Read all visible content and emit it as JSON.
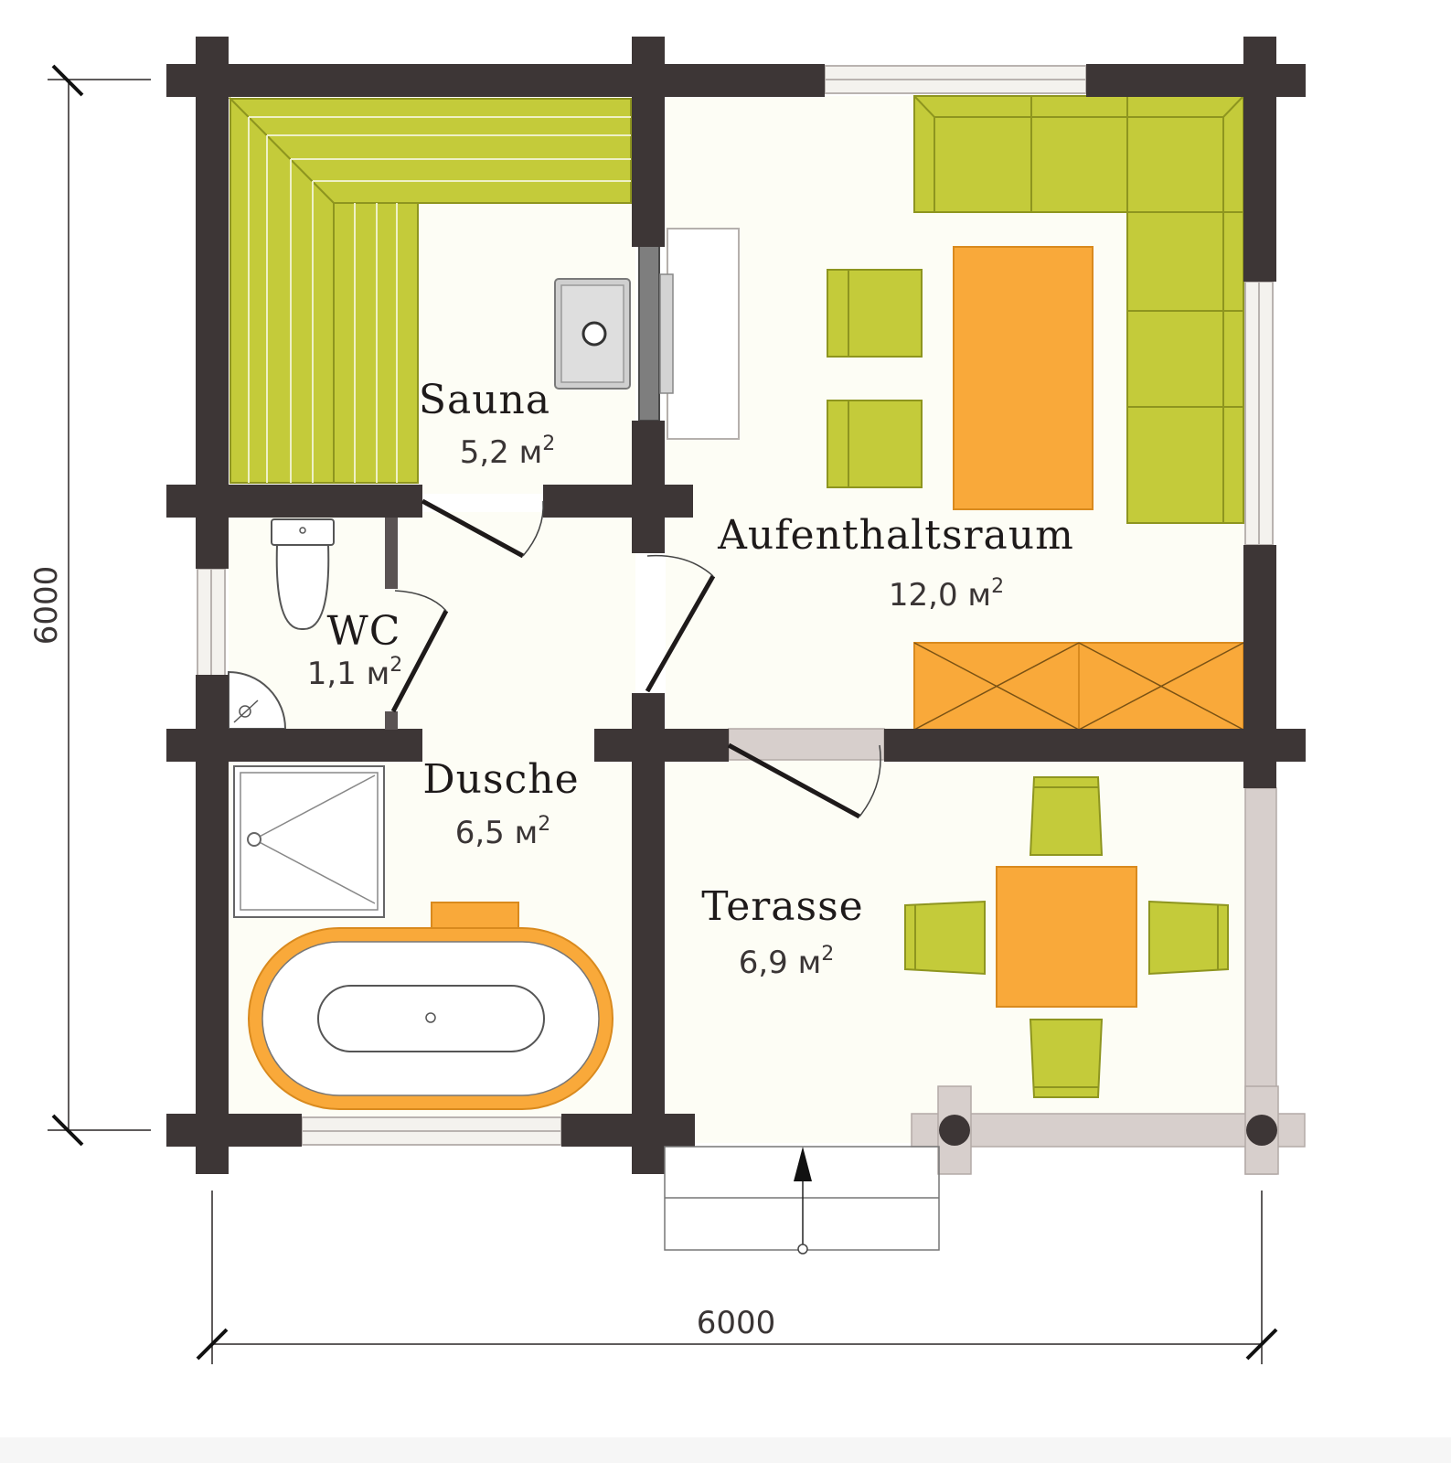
{
  "plan": {
    "dimensions": {
      "width_label": "6000",
      "height_label": "6000"
    },
    "rooms": [
      {
        "id": "sauna",
        "name": "Sauna",
        "area": "5,2 м",
        "area_sup": "2"
      },
      {
        "id": "aufenthaltsraum",
        "name": "Aufenthaltsraum",
        "area": "12,0 м",
        "area_sup": "2"
      },
      {
        "id": "wc",
        "name": "WC",
        "area": "1,1 м",
        "area_sup": "2"
      },
      {
        "id": "dusche",
        "name": "Dusche",
        "area": "6,5 м",
        "area_sup": "2"
      },
      {
        "id": "terasse",
        "name": "Terasse",
        "area": "6,9 м",
        "area_sup": "2"
      }
    ],
    "colors": {
      "wall": "#3d3636",
      "floor": "#fdfdf5",
      "furniture_green": "#c4cb3a",
      "furniture_orange": "#f9a93a",
      "terrace_rail": "#d7cfcc"
    }
  }
}
